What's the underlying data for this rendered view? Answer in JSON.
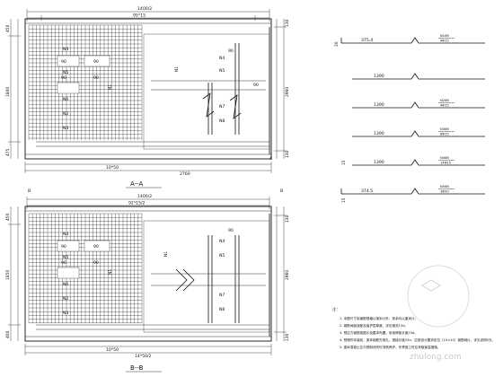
{
  "view_a": {
    "top_dim_outer": "1400/2",
    "top_dim_inner": "95*15",
    "bottom_dim_inner": "10*50",
    "bottom_dim_outer": "2760",
    "title": "A--A",
    "left_dims": [
      "450",
      "1800",
      "475"
    ],
    "right_dims": [
      "130",
      "2960",
      "130"
    ],
    "n_labels": [
      "N4",
      "N5",
      "N6",
      "N2",
      "N3",
      "N1",
      "N4",
      "N5",
      "N1",
      "N7",
      "N8"
    ],
    "spacing_labels": [
      "90",
      "90",
      "90",
      "90",
      "90",
      "90"
    ],
    "section_marks": [
      "A",
      "A"
    ]
  },
  "view_b": {
    "top_dim_outer": "1400/2",
    "top_dim_inner": "92*15/2",
    "bottom_dim_inner": "10*50",
    "bottom_dim_outer": "14*50/2",
    "title": "B--B",
    "left_dims": [
      "450",
      "1850",
      "400"
    ],
    "right_dims": [
      "130",
      "2960",
      "130"
    ],
    "n_labels": [
      "N4",
      "N5",
      "N6",
      "N2",
      "N3",
      "N1",
      "N4",
      "N5",
      "N1",
      "N7",
      "N8"
    ],
    "spacing_labels": [
      "90",
      "90",
      "90",
      "90",
      "90"
    ],
    "section_marks": [
      "B",
      "B"
    ]
  },
  "rebar_details": [
    {
      "dim": "375.4",
      "label_top": "N1Φ5",
      "label_bot": "4Φ15"
    },
    {
      "dim": "1390",
      "label_top": "",
      "label_bot": ""
    },
    {
      "dim": "1390",
      "label_top": "N2Φ5",
      "label_bot": "4Φ15"
    },
    {
      "dim": "1390",
      "label_top": "N3Φ5",
      "label_bot": "6Φ15"
    },
    {
      "dim": "1390",
      "label_top": "N4Φ5",
      "label_bot": "14Φ15"
    },
    {
      "dim": "374.5",
      "label_top": "N5Φ5",
      "label_bot": "3Φ50"
    }
  ],
  "rebar_side_labels": [
    "20",
    "15",
    "15"
  ],
  "notes": {
    "heading": "注：",
    "items": [
      "1. 本图尺寸除钢筋规格以毫米计外，其余均以厘米计。",
      "2. 钢筋间距误差及保护层厚度，详见规范15d。",
      "3. 预应力钢筋按图示及要求布置，采用焊接长度15d。",
      "4. 预埋件安装前，梁体钢筋先绑扎，搭接长度25d，应按设计要求定位（10×10）钢筋网片，详见说明5天。",
      "5. 梁体混凝土应与预制块同时浇筑养护，冬季施工时应采取保温措施。"
    ]
  },
  "watermark": "zhulong.com"
}
